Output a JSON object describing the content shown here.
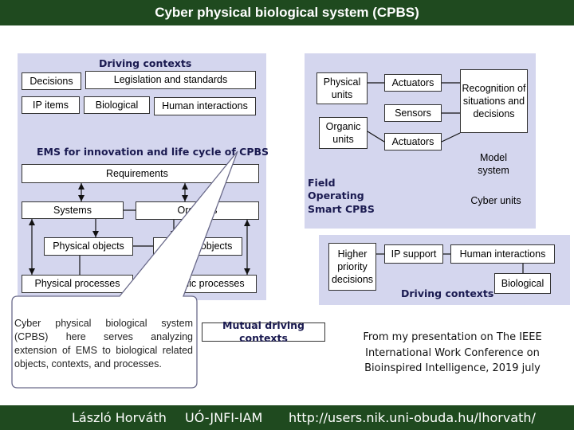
{
  "title": "Cyber physical biological system (CPBS)",
  "left_panel": {
    "heading": "Driving contexts",
    "items": {
      "decisions": "Decisions",
      "legislation": "Legislation and standards",
      "ip_items": "IP items",
      "biological": "Biological",
      "human_interactions": "Human interactions"
    }
  },
  "ems": {
    "heading": "EMS for innovation and life cycle of CPBS",
    "requirements": "Requirements",
    "systems": "Systems",
    "organics": "Organics",
    "physical_objects": "Physical objects",
    "organic_objects": "Organic objects",
    "physical_processes": "Physical processes",
    "organic_processes": "Organic processes"
  },
  "right_panel": {
    "physical_units": "Physical units",
    "actuators_1": "Actuators",
    "sensors": "Sensors",
    "organic_units": "Organic units",
    "actuators_2": "Actuators",
    "recognition": "Recognition of situations and decisions",
    "model_system": "Model system",
    "field_label": "Field Operating Smart CPBS",
    "cyber_units": "Cyber units"
  },
  "lower_panel": {
    "higher_priority": "Higher priority decisions",
    "ip_support": "IP support",
    "human_interactions": "Human interactions",
    "biological": "Biological",
    "driving_contexts": "Driving contexts"
  },
  "mutual": "Mutual driving contexts",
  "callout": "Cyber physical biological system (CPBS) here serves analyzing extension of EMS to biological related objects, contexts, and processes.",
  "source_note": "From my presentation on The IEEE International Work Conference on Bioinspired Intelligence, 2019 july",
  "footer": {
    "author": "László Horváth",
    "affiliation": "UÓ-JNFI-IAM",
    "url": "http://users.nik.uni-obuda.hu/lhorvath/"
  },
  "colors": {
    "bar": "#1f4a1f",
    "panel": "#d4d6ee",
    "heading_text": "#1a1a50",
    "callout_border": "#6a6a8a"
  }
}
